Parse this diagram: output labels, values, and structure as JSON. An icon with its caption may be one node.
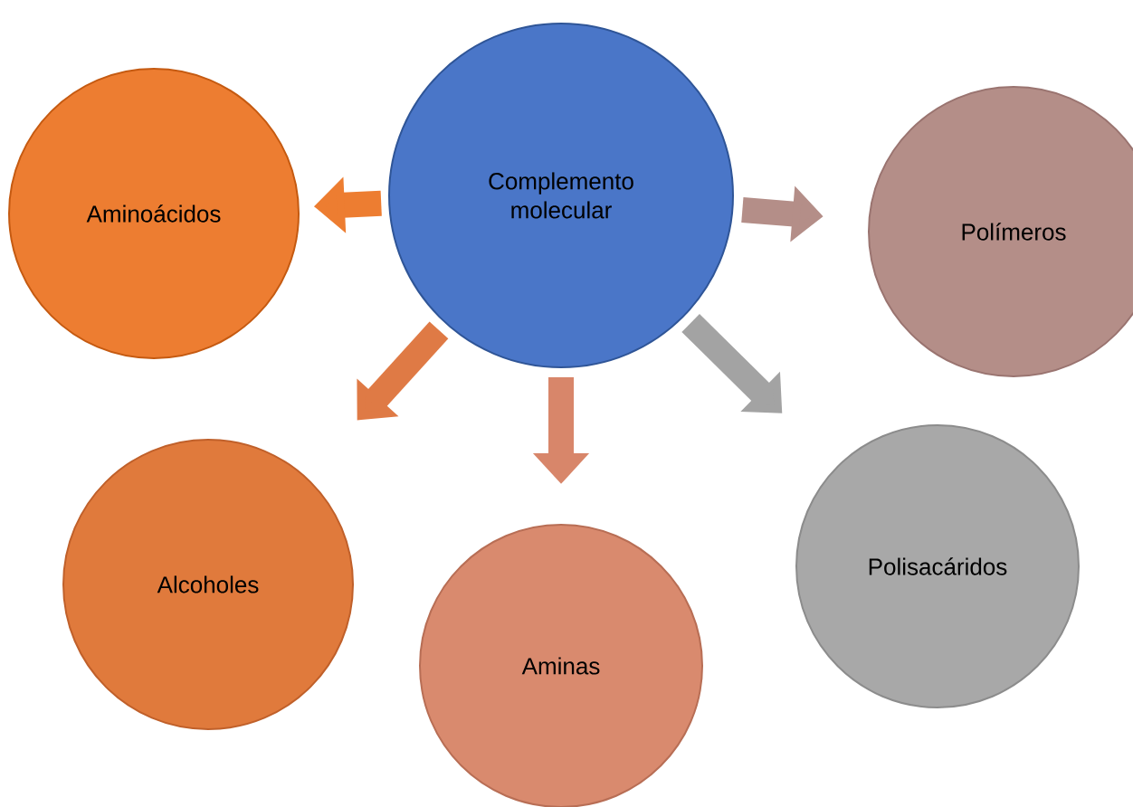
{
  "diagram": {
    "nodes": [
      {
        "text": [
          "Complemento molecular"
        ]
      },
      {
        "text": [
          "Aminoácidos"
        ]
      },
      {
        "text": [
          "Polímeros"
        ]
      },
      {
        "text": [
          "Alcoholes"
        ]
      },
      {
        "text": [
          "Aminas"
        ]
      },
      {
        "text": [
          "Polisacáridos"
        ]
      }
    ],
    "edges": [
      {
        "from": 0,
        "to": 1,
        "arrow": "to",
        "color": "#ed7d31"
      },
      {
        "from": 0,
        "to": 2,
        "arrow": "to",
        "color": "#b48e88"
      },
      {
        "from": 0,
        "to": 3,
        "arrow": "to",
        "color": "#df7a45"
      },
      {
        "from": 0,
        "to": 4,
        "arrow": "to",
        "color": "#d8866a"
      },
      {
        "from": 0,
        "to": 5,
        "arrow": "to",
        "color": "#a3a3a3"
      }
    ]
  }
}
